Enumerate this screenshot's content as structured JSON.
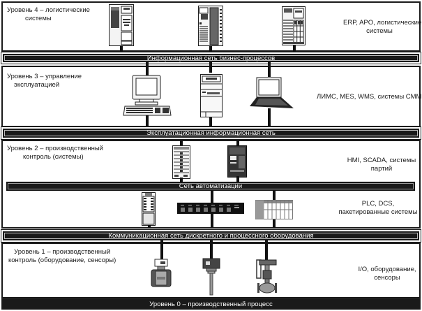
{
  "levels": {
    "level4": {
      "label_line1": "Уровень 4 – логистические",
      "label_line2": "системы",
      "systems_line1": "ERP, APO, логистические",
      "systems_line2": "системы",
      "devices": [
        "server-cabinet-icon",
        "server-rack-icon",
        "server-tower-icon"
      ]
    },
    "network_business": "Информационная сеть бизнес-процессов",
    "level3": {
      "label_line1": "Уровень 3 – управление",
      "label_line2": "эксплуатацией",
      "systems": "ЛИМС, MES, WMS, системы СММ",
      "devices": [
        "desktop-computer-icon",
        "pc-tower-icon",
        "laptop-icon"
      ]
    },
    "network_operations": "Эксплуатационная информационная сеть",
    "level2": {
      "label_line1": "Уровень 2 – производственный",
      "label_line2": "контроль (системы)",
      "systems_line1": "HMI, SCADA, системы",
      "systems_line2": "партий",
      "devices": [
        "hmi-panel-icon",
        "scada-controller-icon"
      ]
    },
    "network_automation": "Сеть автоматизации",
    "level2_controllers": {
      "systems_line1": "PLC, DCS,",
      "systems_line2": "пакетированные системы",
      "devices": [
        "plc-module-icon",
        "dcs-switch-icon",
        "io-rack-icon"
      ]
    },
    "network_field": "Коммуникационная сеть дискретного и процессного оборудования",
    "level1": {
      "label_line1": "Уровень 1 – производственный",
      "label_line2": "контроль (оборудование, сенсоры)",
      "systems_line1": "I/O, оборудование,",
      "systems_line2": "сенсоры",
      "devices": [
        "flow-meter-icon",
        "level-transmitter-icon",
        "control-valve-icon"
      ]
    },
    "level0": "Уровень 0 – производственный процесс"
  }
}
